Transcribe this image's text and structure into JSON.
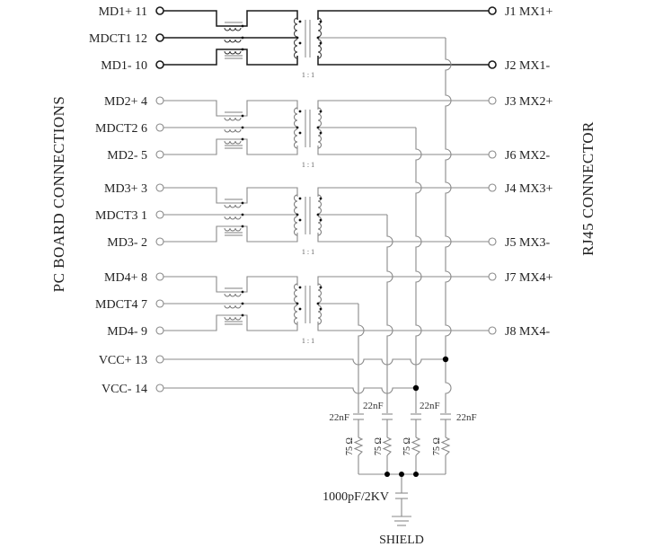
{
  "title": "RJ45 magnetics schematic",
  "side_labels": {
    "left": "PC BOARD CONNECTIONS",
    "right": "RJ45 CONNECTOR"
  },
  "channels": [
    {
      "id": 1,
      "emphasized": true,
      "pins": [
        {
          "name": "MD1+",
          "number": "11"
        },
        {
          "name": "MDCT1",
          "number": "12"
        },
        {
          "name": "MD1-",
          "number": "10"
        }
      ],
      "outputs": [
        {
          "jack": "J1",
          "signal": "MX1+"
        },
        {
          "jack": "J2",
          "signal": "MX1-"
        }
      ],
      "ratio": "1 : 1"
    },
    {
      "id": 2,
      "emphasized": false,
      "pins": [
        {
          "name": "MD2+",
          "number": "4"
        },
        {
          "name": "MDCT2",
          "number": "6"
        },
        {
          "name": "MD2-",
          "number": "5"
        }
      ],
      "outputs": [
        {
          "jack": "J3",
          "signal": "MX2+"
        },
        {
          "jack": "J6",
          "signal": "MX2-"
        }
      ],
      "ratio": "1 : 1"
    },
    {
      "id": 3,
      "emphasized": false,
      "pins": [
        {
          "name": "MD3+",
          "number": "3"
        },
        {
          "name": "MDCT3",
          "number": "1"
        },
        {
          "name": "MD3-",
          "number": "2"
        }
      ],
      "outputs": [
        {
          "jack": "J4",
          "signal": "MX3+"
        },
        {
          "jack": "J5",
          "signal": "MX3-"
        }
      ],
      "ratio": "1 : 1"
    },
    {
      "id": 4,
      "emphasized": false,
      "pins": [
        {
          "name": "MD4+",
          "number": "8"
        },
        {
          "name": "MDCT4",
          "number": "7"
        },
        {
          "name": "MD4-",
          "number": "9"
        }
      ],
      "outputs": [
        {
          "jack": "J7",
          "signal": "MX4+"
        },
        {
          "jack": "J8",
          "signal": "MX4-"
        }
      ],
      "ratio": "1 : 1"
    }
  ],
  "power_pins": [
    {
      "name": "VCC+",
      "number": "13"
    },
    {
      "name": "VCC-",
      "number": "14"
    }
  ],
  "termination": {
    "capacitors": [
      "22nF",
      "22nF",
      "22nF",
      "22nF"
    ],
    "resistors": [
      "75 Ω",
      "75 Ω",
      "75 Ω",
      "75 Ω"
    ],
    "shield_cap": "1000pF/2KV",
    "ground_label": "SHIELD"
  }
}
